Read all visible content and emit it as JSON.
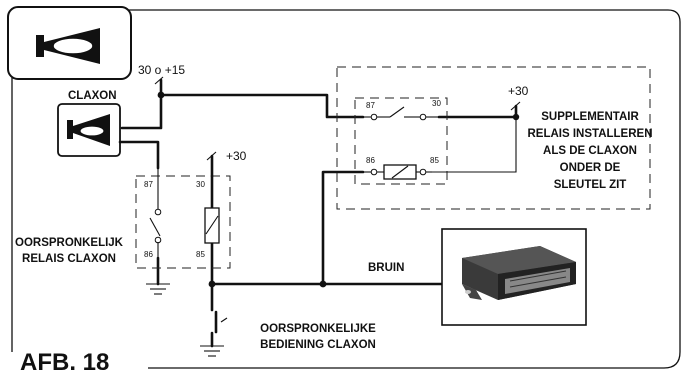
{
  "figure_label": "AFB. 18",
  "labels": {
    "horn": "CLAXON",
    "supply_ignition": "30 o +15",
    "supply_30_original": "+30",
    "supply_30_additional": "+30",
    "additional_relay": [
      "SUPPLEMENTAIR",
      "RELAIS INSTALLEREN",
      "ALS DE CLAXON",
      "ONDER DE",
      "SLEUTEL ZIT"
    ],
    "original_relay": [
      "OORSPRONKELIJK",
      "RELAIS CLAXON"
    ],
    "wire_color": "BRUIN",
    "original_control": [
      "OORSPRONKELIJKE",
      "BEDIENING CLAXON"
    ]
  },
  "pins": {
    "original_relay": {
      "p87": "87",
      "p86": "86",
      "p30": "30",
      "p85": "85"
    },
    "additional_relay": {
      "p87": "87",
      "p30": "30",
      "p86": "86",
      "p85": "85"
    }
  },
  "icons": [
    "horn-icon",
    "control-unit-icon",
    "ground-symbol",
    "switch-symbol",
    "relay-coil-symbol"
  ]
}
